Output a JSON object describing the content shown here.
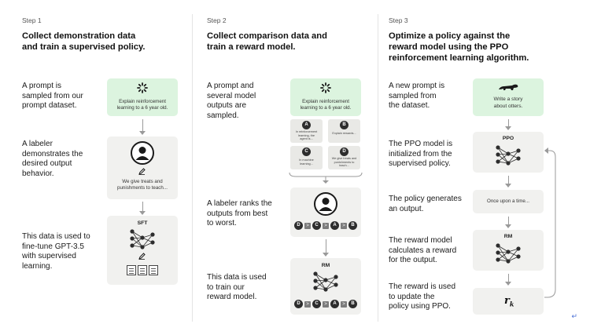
{
  "step1": {
    "label": "Step 1",
    "title_l1": "Collect demonstration data",
    "title_l2": "and train a supervised policy.",
    "desc1": [
      "A prompt is",
      "sampled from our",
      "prompt dataset."
    ],
    "desc2": [
      "A labeler",
      "demonstrates the",
      "desired output",
      "behavior."
    ],
    "desc3": [
      "This data is used to",
      "fine-tune GPT-3.5",
      "with supervised",
      "learning."
    ],
    "prompt": [
      "Explain reinforcement",
      "learning to a 6 year old."
    ],
    "demo_text": [
      "We give treats and",
      "punishments to teach..."
    ],
    "model_label": "SFT"
  },
  "step2": {
    "label": "Step 2",
    "title_l1": "Collect comparison data and",
    "title_l2": "train a reward model.",
    "desc1": [
      "A prompt and",
      "several model",
      "outputs are",
      "sampled."
    ],
    "desc2": [
      "A labeler ranks the",
      "outputs from best",
      "to worst."
    ],
    "desc3": [
      "This data is used",
      "to train our",
      "reward model."
    ],
    "prompt": [
      "Explain reinforcement",
      "learning to a 6 year old."
    ],
    "outputs": [
      {
        "id": "A",
        "text": [
          "In reinforcement",
          "learning, the",
          "agent is..."
        ]
      },
      {
        "id": "B",
        "text": [
          "Explain rewards..."
        ]
      },
      {
        "id": "C",
        "text": [
          "In machine",
          "learning..."
        ]
      },
      {
        "id": "D",
        "text": [
          "We give treats and",
          "punishments to",
          "teach..."
        ]
      }
    ],
    "ranking": [
      "D",
      ">",
      "C",
      ">",
      "A",
      ">",
      "B"
    ],
    "model_label": "RM"
  },
  "step3": {
    "label": "Step 3",
    "title_l1": "Optimize a policy against the",
    "title_l2": "reward model using the PPO",
    "title_l3": "reinforcement learning algorithm.",
    "desc1": [
      "A new prompt is",
      "sampled from",
      "the dataset."
    ],
    "desc2": [
      "The PPO model is",
      "initialized from the",
      "supervised policy."
    ],
    "desc3": [
      "The policy generates",
      "an output."
    ],
    "desc4": [
      "The reward model",
      "calculates a reward",
      "for the output."
    ],
    "desc5": [
      "The reward is used",
      "to update the",
      "policy using PPO."
    ],
    "prompt": [
      "Write a story",
      "about otters."
    ],
    "ppo_label": "PPO",
    "output_text": "Once upon a time...",
    "rm_label": "RM",
    "reward_symbol": "r",
    "reward_sub": "k"
  },
  "icons": [
    "spinner-icon",
    "otter-icon",
    "person-icon",
    "pencil-icon",
    "document-icon",
    "network-icon",
    "enter-icon"
  ],
  "colors": {
    "prompt_bg": "#dcf4df",
    "card_bg": "#f1f1ef",
    "dark": "#2d2d2d",
    "arrow": "#9a9a9a"
  }
}
